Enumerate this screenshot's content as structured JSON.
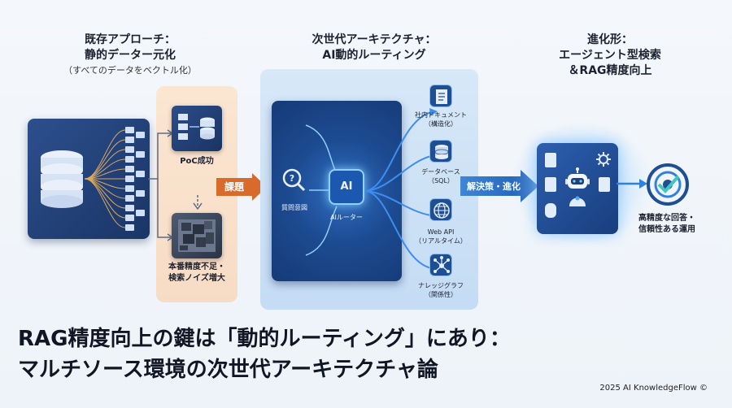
{
  "headings": {
    "left": {
      "line1": "既存アプローチ：",
      "line2": "静的データー元化",
      "line3": "（すべてのデータをベクトル化）"
    },
    "center": {
      "line1": "次世代アーキテクチャ：",
      "line2": "AI動的ルーティング"
    },
    "right": {
      "line1": "進化形：",
      "line2": "エージェント型検索",
      "line3": "＆RAG精度向上"
    }
  },
  "left_panel": {
    "poc_label": "PoC成功",
    "production_label_1": "本番精度不足・",
    "production_label_2": "検索ノイズ増大"
  },
  "arrows": {
    "issue": "課題",
    "solution": "解決策・進化"
  },
  "center_panel": {
    "query_label": "質問意図",
    "chip_text": "AI",
    "router_label": "AIルーター",
    "sources": [
      {
        "line1": "社内ドキュメント",
        "line2": "（構造化）"
      },
      {
        "line1": "データベース",
        "line2": "（SQL）"
      },
      {
        "line1": "Web API",
        "line2": "（リアルタイム）"
      },
      {
        "line1": "ナレッジグラフ",
        "line2": "（関係性）"
      }
    ]
  },
  "right_panel": {
    "result_line1": "高精度な回答・",
    "result_line2": "信頼性ある運用"
  },
  "title": {
    "line1": "RAG精度向上の鍵は「動的ルーティング」にあり：",
    "line2": "マルチソース環境の次世代アーキテクチャ論"
  },
  "copyright": "2025 AI KnowledgeFlow ©",
  "colors": {
    "navy": "#1a3566",
    "accent_blue": "#2f80e0",
    "issue_orange": "#d86a2c",
    "peach": "#f8dfc8",
    "panel_light_blue": "#cfe2f6"
  }
}
